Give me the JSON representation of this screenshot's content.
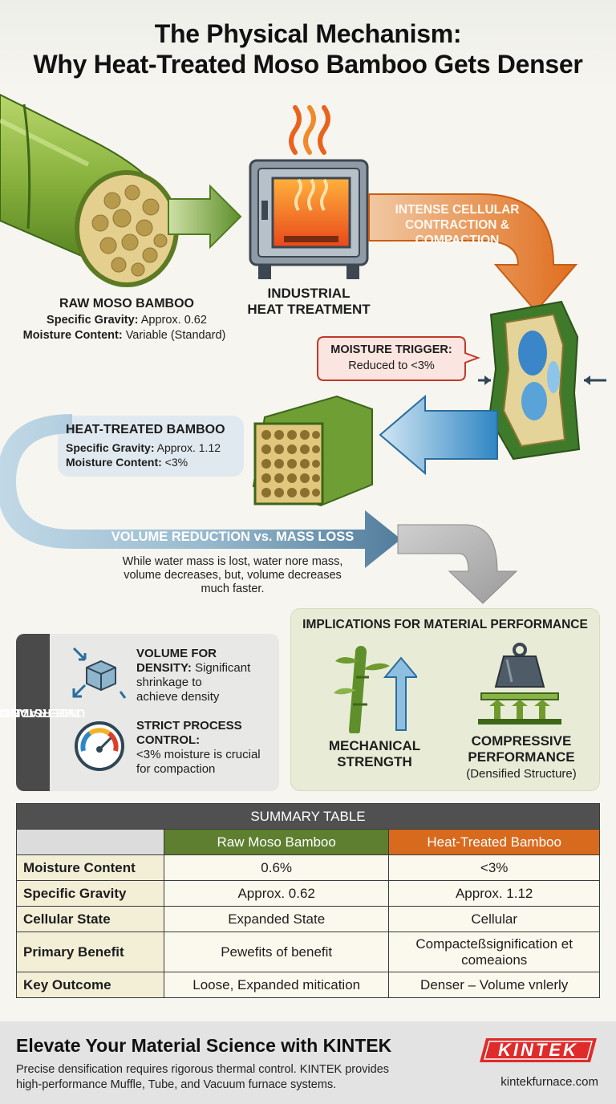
{
  "title": {
    "line1": "The Physical Mechanism:",
    "line2": "Why Heat-Treated Moso Bamboo Gets Denser"
  },
  "raw_bamboo": {
    "name": "RAW MOSO BAMBOO",
    "sg_label": "Specific Gravity:",
    "sg_value": "Approx. 0.62",
    "mc_label": "Moisture Content:",
    "mc_value": "Variable (Standard)"
  },
  "furnace": {
    "line1": "INDUSTRIAL",
    "line2": "HEAT TREATMENT"
  },
  "contraction": {
    "line1": "INTENSE CELLULAR",
    "line2": "CONTRACTION &",
    "line3": "COMPACTION"
  },
  "moisture_trigger": {
    "title": "MOISTURE TRIGGER:",
    "value": "Reduced to <3%"
  },
  "heat_bamboo": {
    "name": "HEAT-TREATED BAMBOO",
    "sg_label": "Specific Gravity:",
    "sg_value": "Approx. 1.12",
    "mc_label": "Moisture Content:",
    "mc_value": "<3%"
  },
  "volume": {
    "title": "VOLUME REDUCTION vs. MASS LOSS",
    "line1": "While water mass is lost, water nore mass,",
    "line2": "volume decreases, but, volume decreases",
    "line3": "much faster."
  },
  "tradeoff": {
    "vertical1": "UNDERSTANDING",
    "vertical2": "THE TRADE-OFF",
    "item1_title1": "VOLUME FOR",
    "item1_title2": "DENSITY:",
    "item1_text1": "Significant",
    "item1_text2": "shrinkage to",
    "item1_text3": "achieve density",
    "item2_title1": "STRICT PROCESS",
    "item2_title2": "CONTROL:",
    "item2_text1": "<3% moisture is crucial",
    "item2_text2": "for compaction"
  },
  "implications": {
    "title": "IMPLICATIONS FOR MATERIAL PERFORMANCE",
    "mech1": "MECHANICAL",
    "mech2": "STRENGTH",
    "comp1": "COMPRESSIVE",
    "comp2": "PERFORMANCE",
    "comp3": "(Densified Structure)"
  },
  "table": {
    "title": "SUMMARY TABLE",
    "col_raw": "Raw Moso Bamboo",
    "col_heat": "Heat-Treated Bamboo",
    "rows": [
      {
        "label": "Moisture Content",
        "raw": "0.6%",
        "heat": "<3%"
      },
      {
        "label": "Specific Gravity",
        "raw": "Approx. 0.62",
        "heat": "Approx. 1.12"
      },
      {
        "label": "Cellular State",
        "raw": "Expanded State",
        "heat": "Cellular"
      },
      {
        "label": "Primary Benefit",
        "raw": "Pewefits of benefit",
        "heat1": "Compacteßsignification et",
        "heat2": "comeaions"
      },
      {
        "label": "Key Outcome",
        "raw": "Loose, Expanded mitication",
        "heat": "Denser – Volume vnlerly"
      }
    ]
  },
  "footer": {
    "title": "Elevate Your Material Science with KINTEK",
    "line1": "Precise densification requires rigorous thermal control. KINTEK provides",
    "line2": "high-performance Muffle, Tube, and Vacuum furnace systems.",
    "logo": "KINTEK",
    "url": "kintekfurnace.com"
  },
  "colors": {
    "green": "#6f9a2e",
    "orange": "#e07a2a",
    "blue": "#5f95b8",
    "dark": "#4a4a4a"
  }
}
